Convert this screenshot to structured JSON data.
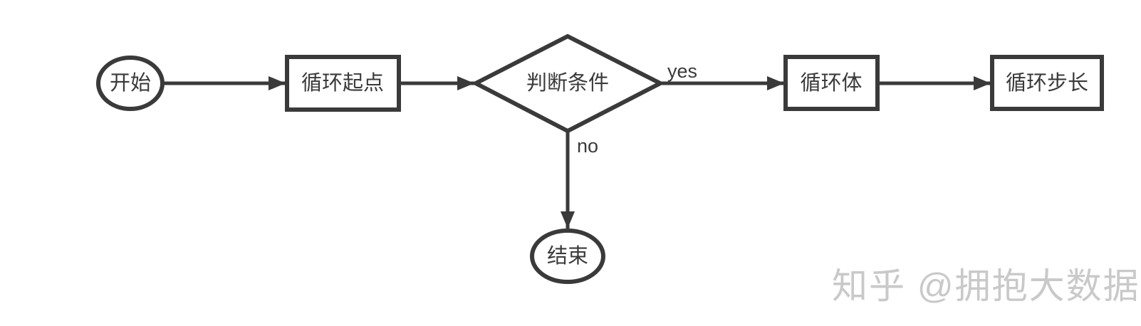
{
  "diagram": {
    "title": "loop-flowchart",
    "background_color": "#ffffff",
    "stroke_color": "#3a3a3a",
    "text_color": "#3a3a3a",
    "nodes": [
      {
        "id": "start",
        "type": "ellipse",
        "label": "开始"
      },
      {
        "id": "loop-start",
        "type": "rect",
        "label": "循环起点"
      },
      {
        "id": "condition",
        "type": "diamond",
        "label": "判断条件"
      },
      {
        "id": "loop-body",
        "type": "rect",
        "label": "循环体"
      },
      {
        "id": "loop-step",
        "type": "rect",
        "label": "循环步长"
      },
      {
        "id": "end",
        "type": "ellipse",
        "label": "结束"
      }
    ],
    "edges": [
      {
        "from": "start",
        "to": "loop-start",
        "label": ""
      },
      {
        "from": "loop-start",
        "to": "condition",
        "label": ""
      },
      {
        "from": "condition",
        "to": "loop-body",
        "label": "yes"
      },
      {
        "from": "loop-body",
        "to": "loop-step",
        "label": ""
      },
      {
        "from": "condition",
        "to": "end",
        "label": "no"
      }
    ]
  },
  "watermark": {
    "text": "知乎 @拥抱大数据",
    "color": "#c9c9c9"
  }
}
